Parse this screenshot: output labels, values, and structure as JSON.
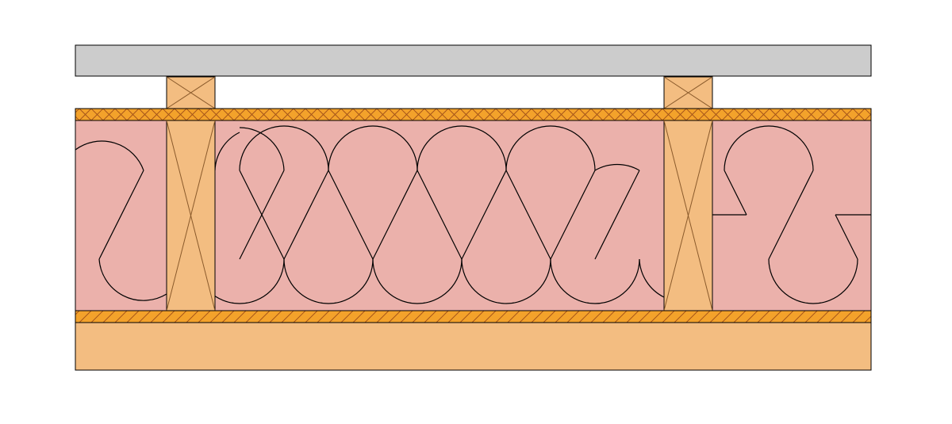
{
  "diagram": {
    "type": "construction-cross-section",
    "layers": [
      {
        "id": "top-board",
        "fill": "#cccccc"
      },
      {
        "id": "battens",
        "fill": "#f3bd81",
        "count": 2
      },
      {
        "id": "upper-membrane",
        "fill": "#f3a22b",
        "hatch": "cross"
      },
      {
        "id": "insulation",
        "fill": "#ebb1ab",
        "pattern": "batt-loops"
      },
      {
        "id": "studs",
        "fill": "#f3bd81",
        "count": 2,
        "marking": "x-brace"
      },
      {
        "id": "lower-membrane",
        "fill": "#f3a22b",
        "hatch": "diagonal"
      },
      {
        "id": "bottom-board",
        "fill": "#f3bd81"
      }
    ],
    "colors": {
      "outline": "#000000",
      "timber_line": "#8a5a2b",
      "hatch_line": "#a0501a"
    }
  }
}
